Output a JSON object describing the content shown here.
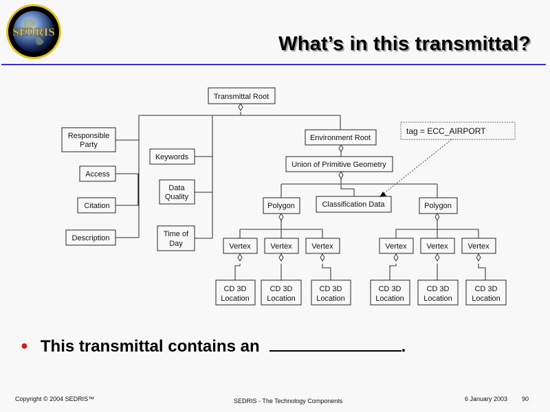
{
  "logo": {
    "text": "SEDRIS",
    "icon": "sedris-globe-logo"
  },
  "header": {
    "title": "What’s in this transmittal?"
  },
  "diagram": {
    "nodes": {
      "transmittal_root": "Transmittal Root",
      "responsible_party": [
        "Responsible",
        "Party"
      ],
      "access": "Access",
      "citation": "Citation",
      "description": "Description",
      "keywords": "Keywords",
      "data_quality": [
        "Data",
        "Quality"
      ],
      "time_of_day": [
        "Time of",
        "Day"
      ],
      "environment_root": "Environment Root",
      "union_geometry": "Union of Primitive Geometry",
      "polygon_1": "Polygon",
      "classification_data": "Classification Data",
      "polygon_2": "Polygon",
      "vertex": "Vertex",
      "cd_location": [
        "CD 3D",
        "Location"
      ]
    },
    "note": "tag = ECC_AIRPORT"
  },
  "bullet": {
    "text": "This transmittal contains an",
    "trailing": "."
  },
  "footer": {
    "copyright": "Copyright © 2004 SEDRIS™",
    "center": "SEDRIS - The Technology Components",
    "date": "6 January 2003",
    "page": "90"
  },
  "colors": {
    "title_rule": "#3a2fd0",
    "bullet": "#e01010",
    "background": "#f8f8f8"
  }
}
